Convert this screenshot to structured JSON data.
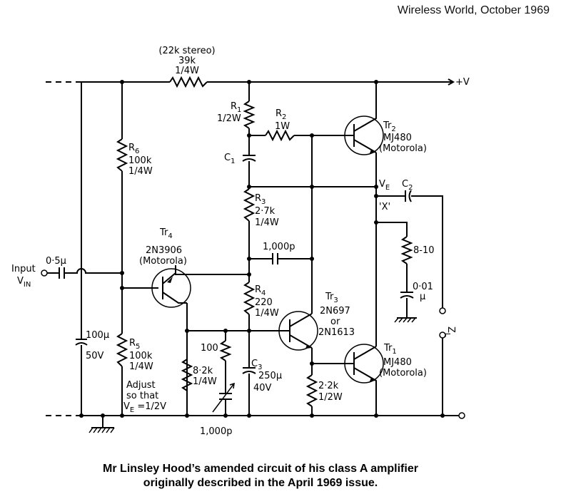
{
  "header": "Wireless World, October 1969",
  "caption": {
    "line1": "Mr Linsley Hood’s amended circuit of his class A amplifier",
    "line2": "originally described in the April 1969 issue."
  },
  "labels": {
    "r_top_alt": "(22k stereo)",
    "r_top_value": "39k",
    "r_top_power": "1/4W",
    "vplus": "+V",
    "r1_name": "R",
    "r1_sub": "1",
    "r1_power": "1/2W",
    "r2_name": "R",
    "r2_sub": "2",
    "r2_power": "1W",
    "tr2_name": "Tr",
    "tr2_sub": "2",
    "tr2_type": "MJ480",
    "tr2_make": "(Motorola)",
    "c1_name": "C",
    "c1_sub": "1",
    "r6_name": "R",
    "r6_sub": "6",
    "r6_value": "100k",
    "r6_power": "1/4W",
    "ve_name": "V",
    "ve_sub": "E",
    "c2_name": "C",
    "c2_sub": "2",
    "x_label": "'X'",
    "r3_name": "R",
    "r3_sub": "3",
    "r3_value": "2·7k",
    "r3_power": "1/4W",
    "rz_value": "8-10",
    "tr4_name": "Tr",
    "tr4_sub": "4",
    "tr4_type": "2N3906",
    "tr4_make": "(Motorola)",
    "c_fb_value": "1,000p",
    "input_label": "Input",
    "vin_name": "V",
    "vin_sub": "IN",
    "c_in_value": "0·5μ",
    "c_z_value1": "0·01",
    "c_z_value2": "μ",
    "r4_name": "R",
    "r4_sub": "4",
    "r4_value": "220",
    "r4_power": "1/4W",
    "tr3_name": "Tr",
    "tr3_sub": "3",
    "tr3_type": "2N697",
    "tr3_or": "or",
    "tr3_alt": "2N1613",
    "zl_name": "Z",
    "zl_sub": "L",
    "c_dec_value": "100μ",
    "c_dec_voltage": "50V",
    "r5_name": "R",
    "r5_sub": "5",
    "r5_value": "100k",
    "r5_power": "1/4W",
    "adjust1": "Adjust",
    "adjust2": "so that",
    "adjust3_a": "V",
    "adjust3_sub": "E",
    "adjust3_b": " =1/2V",
    "r_82k_value": "8·2k",
    "r_82k_power": "1/4W",
    "pot_value": "100",
    "c_trim_value": "1,000p",
    "c3_name": "C",
    "c3_sub": "3",
    "c3_value": "250μ",
    "c3_voltage": "40V",
    "tr1_name": "Tr",
    "tr1_sub": "1",
    "tr1_type": "MJ480",
    "tr1_make": "(Motorola)",
    "r_22k_value": "2·2k",
    "r_22k_power": "1/2W"
  }
}
